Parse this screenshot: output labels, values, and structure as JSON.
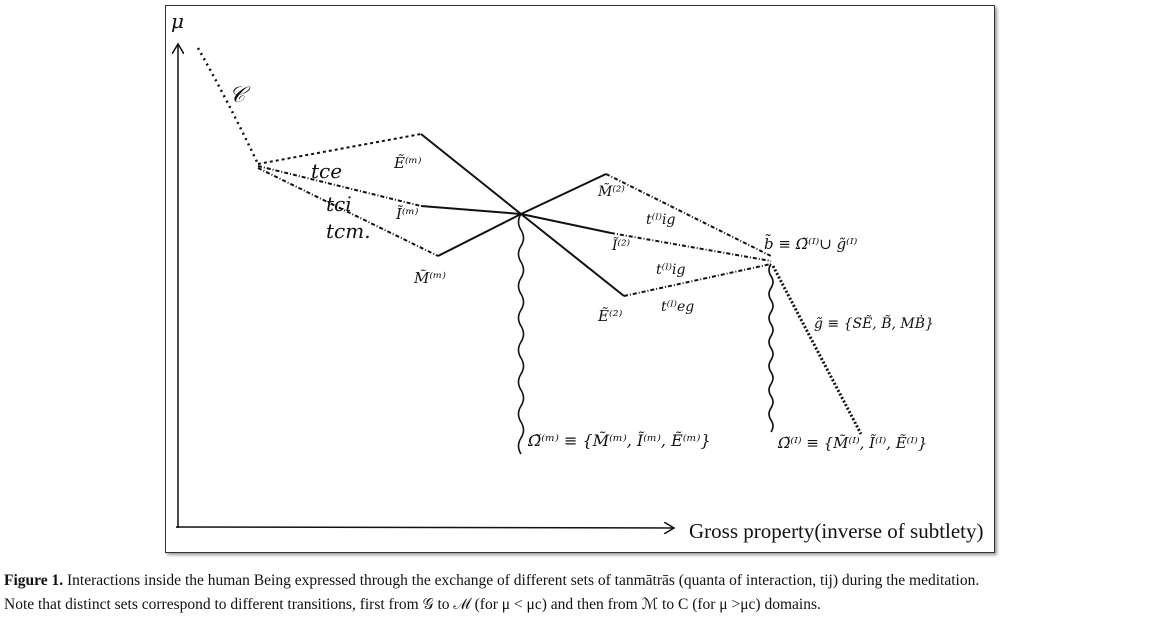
{
  "diagram": {
    "y_axis_label": "μ",
    "x_axis_label": "Gross property(inverse of subtlety)",
    "labels": {
      "C": "𝒞",
      "t_ce": "tce",
      "t_ci": "tci",
      "t_cm": "tcm.",
      "E_top": "Ẽ⁽ᵐ⁾",
      "I_top": "Ĩ⁽ᵐ⁾",
      "M_bottom": "M̃⁽ᵐ⁾",
      "M2": "M̃⁽²⁾",
      "I2": "Ĩ⁽²⁾",
      "E2": "Ẽ⁽²⁾",
      "t_ij_1": "t⁽ᴵ⁾ig",
      "t_ij_2": "t⁽ᴵ⁾ig",
      "t_ij_3": "t⁽ᴵ⁾eg",
      "b_eq": "b̃ ≡ Ω̃⁽ᴵ⁾∪ g̃⁽ᴵ⁾",
      "g_eq": "g̃ ≡ {SẼ, B̃, MḂ}",
      "omega_m": "Ω̃⁽ᵐ⁾ ≡ {M̃⁽ᵐ⁾, Ĩ⁽ᵐ⁾, Ẽ⁽ᵐ⁾}",
      "omega_1": "Ω̃⁽ᴵ⁾ ≡ {M̃⁽ᴵ⁾, Ĩ⁽ᴵ⁾, Ẽ⁽ᴵ⁾}"
    }
  },
  "caption": {
    "label": "Figure 1.",
    "line1": " Interactions inside the human Being expressed through the exchange of different sets of tanmātrās (quanta of interaction, tij) during the meditation.",
    "line2": "Note that distinct sets correspond to different transitions, first from 𝒢 to ℳ (for μ < μc) and then from ℳ to C (for μ >μc) domains."
  }
}
